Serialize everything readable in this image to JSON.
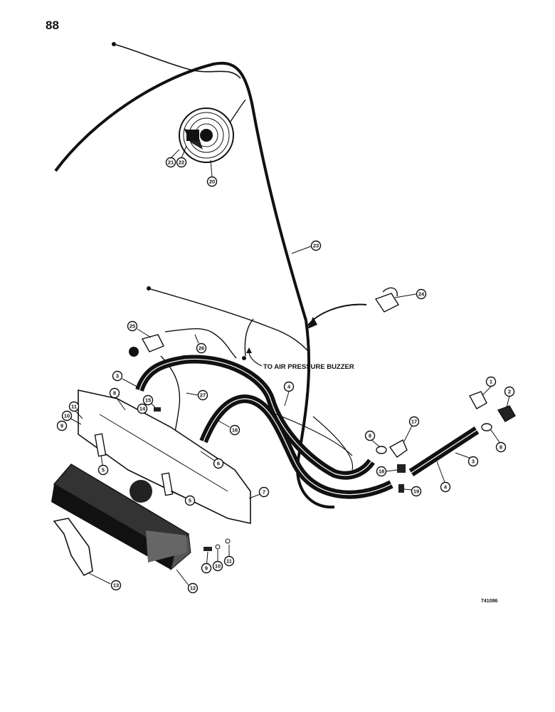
{
  "page": {
    "number": "88",
    "drawing_number": "741086"
  },
  "annotations": {
    "air_pressure_buzzer": "TO AIR PRESSURE BUZZER"
  },
  "callouts": [
    {
      "id": "c-21",
      "label": "21"
    },
    {
      "id": "c-22",
      "label": "22"
    },
    {
      "id": "c-20",
      "label": "20"
    },
    {
      "id": "c-23",
      "label": "23"
    },
    {
      "id": "c-24",
      "label": "24"
    },
    {
      "id": "c-25",
      "label": "25"
    },
    {
      "id": "c-26",
      "label": "26"
    },
    {
      "id": "c-3a",
      "label": "3"
    },
    {
      "id": "c-27",
      "label": "27"
    },
    {
      "id": "c-4a",
      "label": "4"
    },
    {
      "id": "c-16",
      "label": "16"
    },
    {
      "id": "c-1",
      "label": "1"
    },
    {
      "id": "c-2",
      "label": "2"
    },
    {
      "id": "c-17",
      "label": "17"
    },
    {
      "id": "c-8a",
      "label": "8"
    },
    {
      "id": "c-8b",
      "label": "8"
    },
    {
      "id": "c-3b",
      "label": "3"
    },
    {
      "id": "c-18",
      "label": "18"
    },
    {
      "id": "c-19",
      "label": "19"
    },
    {
      "id": "c-4b",
      "label": "4"
    },
    {
      "id": "c-8c",
      "label": "8"
    },
    {
      "id": "c-15",
      "label": "15"
    },
    {
      "id": "c-14",
      "label": "14"
    },
    {
      "id": "c-11a",
      "label": "11"
    },
    {
      "id": "c-10a",
      "label": "10"
    },
    {
      "id": "c-9a",
      "label": "9"
    },
    {
      "id": "c-5a",
      "label": "5"
    },
    {
      "id": "c-6",
      "label": "6"
    },
    {
      "id": "c-5b",
      "label": "5"
    },
    {
      "id": "c-7",
      "label": "7"
    },
    {
      "id": "c-9b",
      "label": "9"
    },
    {
      "id": "c-10b",
      "label": "10"
    },
    {
      "id": "c-11b",
      "label": "11"
    },
    {
      "id": "c-13",
      "label": "13"
    },
    {
      "id": "c-12",
      "label": "12"
    }
  ]
}
